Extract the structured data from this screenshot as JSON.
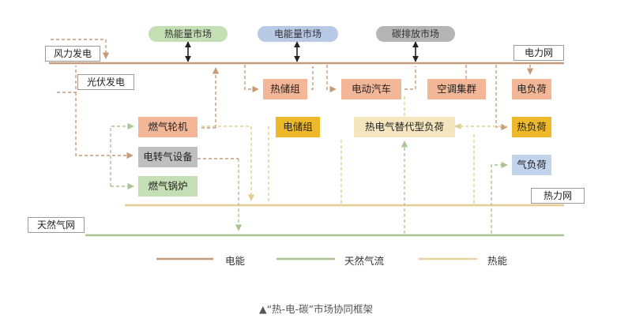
{
  "markets": {
    "heat": "热能量市场",
    "power": "电能量市场",
    "carbon": "碳排放市场"
  },
  "sources": {
    "wind": "风力发电",
    "pv": "光伏发电"
  },
  "networks": {
    "power_grid": "电力网",
    "heat_grid": "热力网",
    "gas_grid": "天然气网"
  },
  "devices": {
    "gas_turbine": "燃气轮机",
    "p2g": "电转气设备",
    "gas_boiler": "燃气锅炉",
    "heat_storage": "热储组",
    "elec_storage": "电储组",
    "ev": "电动汽车",
    "ac_cluster": "空调集群",
    "elec_load": "电负荷",
    "heat_load": "热负荷",
    "gas_load": "气负荷",
    "substitute_load": "热电气替代型负荷"
  },
  "legend": {
    "power": "电能",
    "gas": "天然气流",
    "heat": "热能"
  },
  "colors": {
    "power_line": "#c79a78",
    "gas_line": "#a8c592",
    "heat_line": "#e7d49f",
    "heat_market": "#c5dfb4",
    "power_market": "#b7c9e5",
    "carbon_market": "#b5b5b5",
    "power_device": "#f3b697",
    "storage_device": "#edb92b",
    "heat_device": "#f6e6c0",
    "gas_device": "#c5dfb4",
    "converter_device": "#bfbfbf",
    "gas_load_box": "#c2d3ec"
  },
  "caption": "▲“热-电-碳”市场协同框架"
}
